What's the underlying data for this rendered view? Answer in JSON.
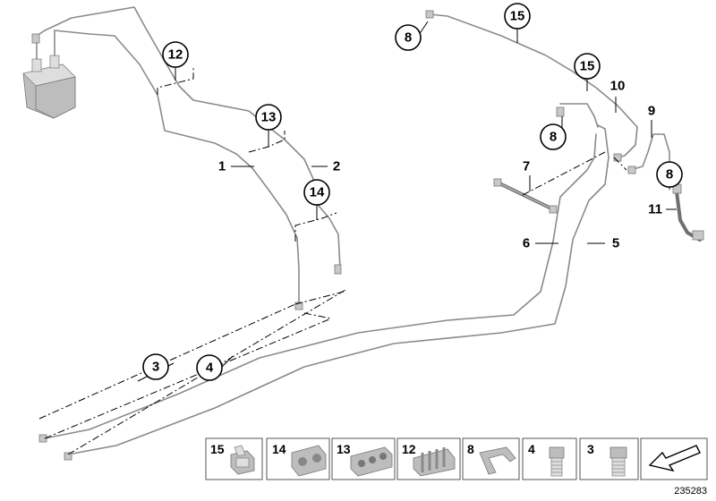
{
  "callouts": {
    "c12": "12",
    "c13": "13",
    "c14": "14",
    "c3": "3",
    "c4": "4",
    "c8a": "8",
    "c15a": "15",
    "c15b": "15",
    "c8b": "8",
    "c8c": "8"
  },
  "labels": {
    "l1": "1",
    "l2": "2",
    "l5": "5",
    "l6": "6",
    "l7": "7",
    "l9": "9",
    "l10": "10",
    "l11": "11"
  },
  "thumbnails": [
    {
      "label": "15"
    },
    {
      "label": "14"
    },
    {
      "label": "13"
    },
    {
      "label": "12"
    },
    {
      "label": "8"
    },
    {
      "label": "4"
    },
    {
      "label": "3"
    }
  ],
  "reference_number": "235283"
}
